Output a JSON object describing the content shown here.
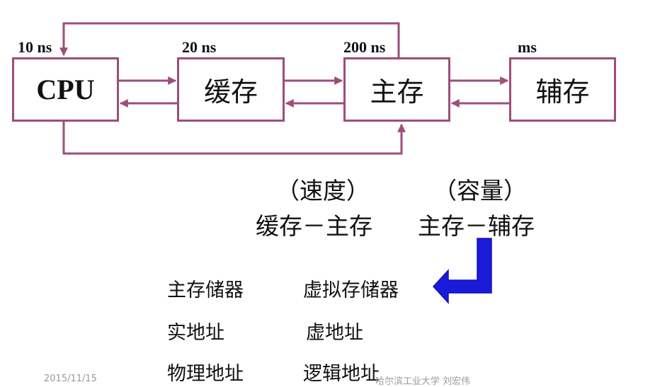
{
  "nodes": {
    "cpu": "CPU",
    "cache": "缓存",
    "main_memory": "主存",
    "secondary_memory": "辅存"
  },
  "timings": {
    "cpu": "10 ns",
    "cache": "20 ns",
    "main_memory": "200 ns",
    "secondary_memory": "ms"
  },
  "levels": {
    "speed_heading": "（速度）",
    "speed_pair": "缓存－主存",
    "capacity_heading": "（容量）",
    "capacity_pair": "主存－辅存"
  },
  "terms": {
    "left": [
      "主存储器",
      "实地址",
      "物理地址"
    ],
    "right": [
      "虚拟存储器",
      "虚地址",
      "逻辑地址"
    ]
  },
  "footer": {
    "date": "2015/11/15",
    "source": "哈尔滨工业大学 刘宏伟"
  },
  "colors": {
    "connector": "#9e4d7a",
    "pointer_arrow": "#1a1ad9"
  }
}
